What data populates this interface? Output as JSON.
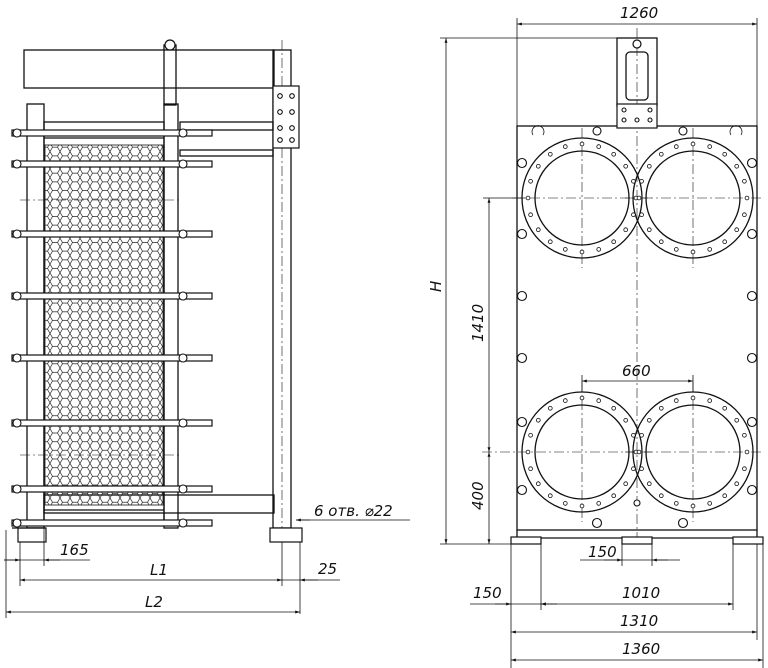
{
  "dimensions": {
    "top_width": "1260",
    "height": "H",
    "port_spacing_vertical": "1410",
    "port_spacing_horizontal": "660",
    "bottom_offset": "400",
    "holes_note": "6 отв. ⌀22",
    "foot_offset_side": "165",
    "length_l1": "L1",
    "frame_offset": "25",
    "length_l2": "L2",
    "foot_offset_front": "150",
    "foot_width_front": "150",
    "anchor_spacing_1010": "1010",
    "base_width_1310": "1310",
    "overall_width_1360": "1360"
  }
}
